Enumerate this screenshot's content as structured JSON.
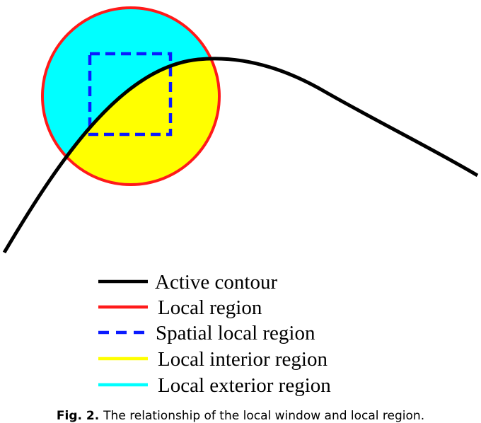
{
  "colors": {
    "contour": "#000000",
    "local_region": "#ff1a1a",
    "spatial_local_region": "#0a1aff",
    "interior": "#ffff00",
    "exterior": "#00ffff"
  },
  "legend": [
    {
      "key": "active_contour",
      "label": "Active contour",
      "color": "#000000",
      "style": "solid"
    },
    {
      "key": "local_region",
      "label": "Local region",
      "color": "#ff1a1a",
      "style": "solid"
    },
    {
      "key": "spatial_local_region",
      "label": "Spatial local region",
      "color": "#0a1aff",
      "style": "dashed"
    },
    {
      "key": "local_interior_region",
      "label": "Local interior region",
      "color": "#ffff00",
      "style": "solid"
    },
    {
      "key": "local_exterior_region",
      "label": "Local exterior region",
      "color": "#00ffff",
      "style": "solid"
    }
  ],
  "caption": {
    "label": "Fig. 2.",
    "text": "The relationship of the local window and local region."
  }
}
